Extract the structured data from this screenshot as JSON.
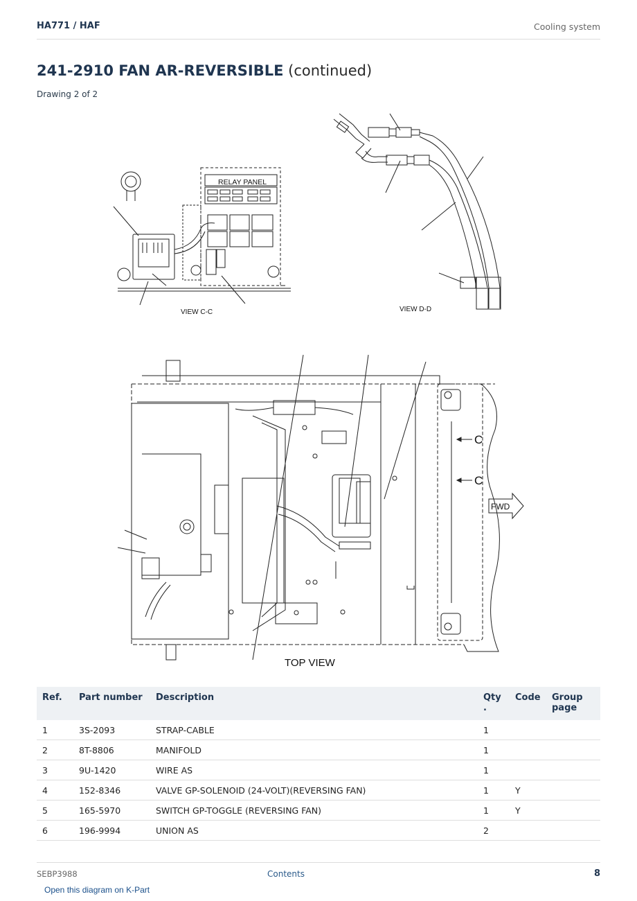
{
  "header": {
    "model": "HA771  /  HAF",
    "section": "Cooling system"
  },
  "title": {
    "bold": "241-2910 FAN AR-REVERSIBLE",
    "rest": " (continued)"
  },
  "drawing_label": "Drawing 2 of 2",
  "diagram": {
    "labels": {
      "relay_panel": "RELAY PANEL",
      "view_cc": "VIEW C-C",
      "view_dd": "VIEW D-D",
      "top_view": "TOP VIEW",
      "section_c_upper": "C",
      "section_c_lower": "C",
      "fwd": "FWD"
    }
  },
  "table": {
    "headers": [
      "Ref.",
      "Part number",
      "Description",
      "Qty\n.",
      "Code",
      "Group page"
    ],
    "rows": [
      [
        "1",
        "3S-2093",
        "STRAP-CABLE",
        "1",
        "",
        ""
      ],
      [
        "2",
        "8T-8806",
        "MANIFOLD",
        "1",
        "",
        ""
      ],
      [
        "3",
        "9U-1420",
        "WIRE AS",
        "1",
        "",
        ""
      ],
      [
        "4",
        "152-8346",
        "VALVE GP-SOLENOID (24-VOLT)(REVERSING FAN)",
        "1",
        "Y",
        ""
      ],
      [
        "5",
        "165-5970",
        "SWITCH GP-TOGGLE (REVERSING FAN)",
        "1",
        "Y",
        ""
      ],
      [
        "6",
        "196-9994",
        "UNION AS",
        "2",
        "",
        ""
      ]
    ]
  },
  "footer": {
    "doc_id": "SEBP3988",
    "contents": "Contents",
    "page": "8"
  },
  "kpart_link": "Open this diagram on K-Part"
}
